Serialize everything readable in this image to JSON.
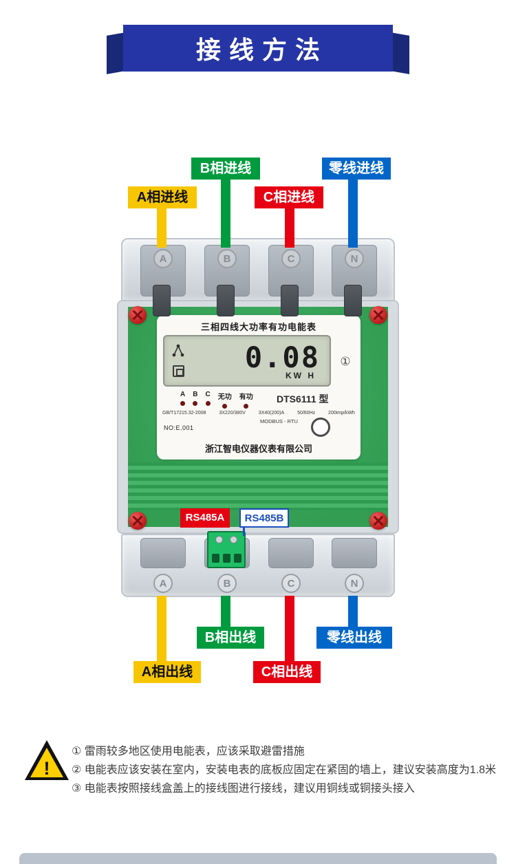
{
  "banner": {
    "title": "接线方法"
  },
  "tags": {
    "a_in": "A相进线",
    "b_in": "B相进线",
    "c_in": "C相进线",
    "n_in": "零线进线",
    "a_out": "A相出线",
    "b_out": "B相出线",
    "c_out": "C相出线",
    "n_out": "零线出线",
    "rs485a": "RS485A",
    "rs485b": "RS485B"
  },
  "meter": {
    "terminals": [
      "A",
      "B",
      "C",
      "N"
    ],
    "faceplate": {
      "title": "三相四线大功率有功电能表",
      "lcd_value": "0.08",
      "lcd_unit": "KW H",
      "badge": "①",
      "indicators": [
        "A",
        "B",
        "C",
        "无功",
        "有功"
      ],
      "model": "DTS6111 型",
      "spec": [
        "GB/T17215.32-2008",
        "3X220/380V",
        "3X40(200)A",
        "50/60Hz",
        "200imp/kWh"
      ],
      "protocol": "MODBUS - RTU",
      "serial": "NO:E.001",
      "company": "浙江智电仪器仪表有限公司"
    }
  },
  "notes": [
    "① 雷雨较多地区使用电能表，应该采取避雷措施",
    "② 电能表应该安装在室内，安装电表的底板应固定在紧固的墙上，建议安装高度为1.8米",
    "③ 电能表按照接线盒盖上的接线图进行接线，建议用铜线或铜接头接入"
  ],
  "colors": {
    "phase_a": "#f7c600",
    "phase_b": "#009b3e",
    "phase_c": "#e60012",
    "neutral": "#0066c8",
    "banner_blue": "#2635a5"
  }
}
